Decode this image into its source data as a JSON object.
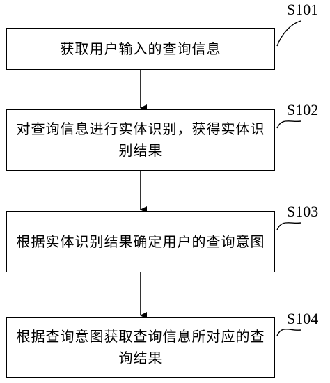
{
  "steps": [
    {
      "id": "S101",
      "text": "获取用户输入的查询信息"
    },
    {
      "id": "S102",
      "text": "对查询信息进行实体识别，获得实体识别结果"
    },
    {
      "id": "S103",
      "text": "根据实体识别结果确定用户的查询意图"
    },
    {
      "id": "S104",
      "text": "根据查询意图获取查询信息所对应的查询结果"
    }
  ],
  "colors": {
    "stroke": "#000000",
    "background": "#ffffff"
  }
}
